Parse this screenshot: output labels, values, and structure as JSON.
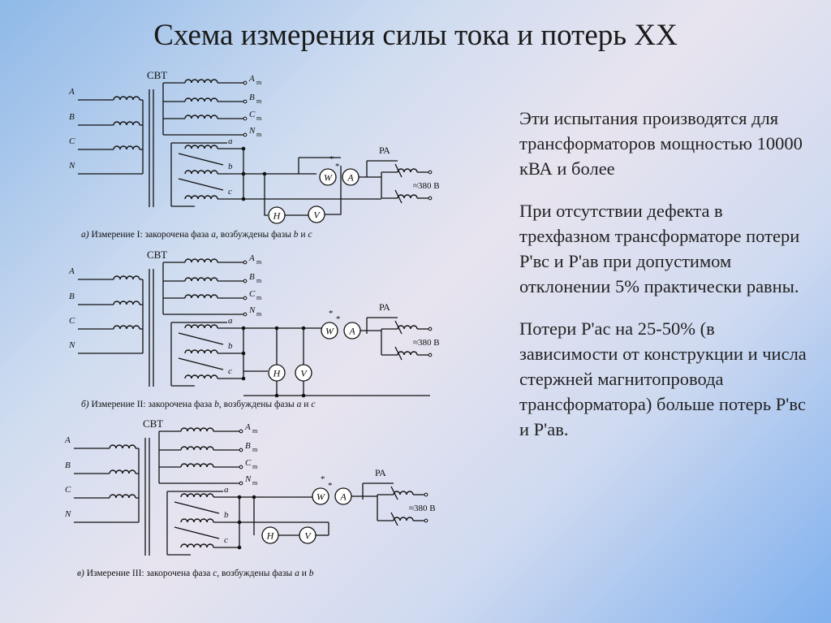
{
  "page": {
    "title": "Схема измерения силы тока и потерь ХХ"
  },
  "diagrams": [
    {
      "caption_letter": "а)",
      "caption": "Измерение I: закорочена фаза",
      "short_phase": "a",
      "caption_excited": ", возбуждены фазы",
      "excited_1": "b",
      "and": "и",
      "excited_2": "c"
    },
    {
      "caption_letter": "б)",
      "caption": "Измерение II: закорочена фаза",
      "short_phase": "b",
      "caption_excited": ", возбуждены фазы",
      "excited_1": "a",
      "and": "и",
      "excited_2": "c"
    },
    {
      "caption_letter": "в)",
      "caption": "Измерение III: закорочена фаза",
      "short_phase": "c",
      "caption_excited": ", возбуждены фазы",
      "excited_1": "a",
      "and": "и",
      "excited_2": "b"
    }
  ],
  "labels": {
    "svt": "СВТ",
    "inputs": [
      "A",
      "B",
      "C",
      "N"
    ],
    "outputs": [
      "A",
      "B",
      "C",
      "N"
    ],
    "sub": "m",
    "taps": [
      "a",
      "b",
      "c"
    ],
    "pa": "РА",
    "voltage": "≈380 В",
    "star": "*",
    "meter_w": "W",
    "meter_a": "A",
    "meter_h": "H",
    "meter_v": "V"
  },
  "paragraphs": [
    "Эти испытания производятся для трансформаторов мощностью 10000 кВА и более",
    "При отсутствии дефекта в трехфазном трансформаторе потери Р'вс и Р'ав при допустимом отклонении 5% практически равны.",
    "Потери Р'ас на 25-50% (в зависимости от конструкции и числа стержней магнитопровода трансформатора) больше потерь Р'вс и Р'ав."
  ]
}
